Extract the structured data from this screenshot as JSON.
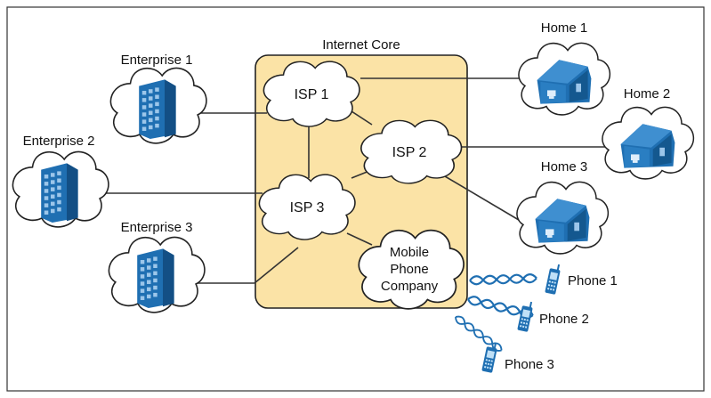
{
  "core": {
    "label": "Internet Core"
  },
  "isps": [
    {
      "label": "ISP 1"
    },
    {
      "label": "ISP 2"
    },
    {
      "label": "ISP 3"
    }
  ],
  "mobile": {
    "line1": "Mobile",
    "line2": "Phone",
    "line3": "Company"
  },
  "enterprises": [
    {
      "label": "Enterprise 1"
    },
    {
      "label": "Enterprise 2"
    },
    {
      "label": "Enterprise 3"
    }
  ],
  "homes": [
    {
      "label": "Home 1"
    },
    {
      "label": "Home 2"
    },
    {
      "label": "Home 3"
    }
  ],
  "phones": [
    {
      "label": "Phone 1"
    },
    {
      "label": "Phone 2"
    },
    {
      "label": "Phone 3"
    }
  ],
  "colors": {
    "core_fill": "#fbe3a6",
    "icon_blue": "#1f6fb2",
    "line": "#333333"
  },
  "icons": [
    "building-icon",
    "house-icon",
    "phone-icon",
    "wireless-wave-icon",
    "cloud-icon"
  ]
}
